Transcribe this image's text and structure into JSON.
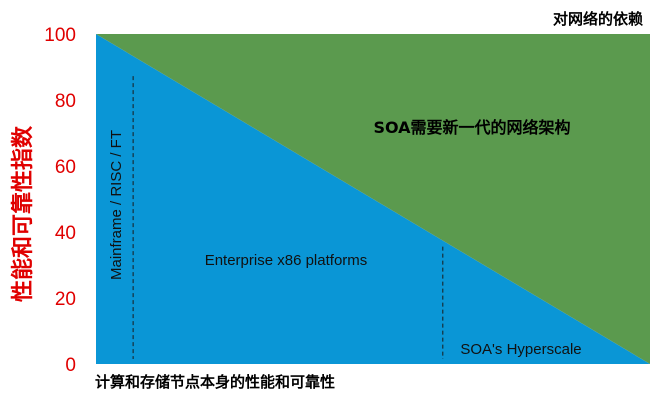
{
  "chart_data": {
    "type": "area",
    "x_range": [
      0,
      100
    ],
    "ylim": [
      0,
      100
    ],
    "y_ticks": [
      0,
      20,
      40,
      60,
      80,
      100
    ],
    "ylabel": "性能和可靠性指数",
    "xlabel": "计算和存储节点本身的性能和可靠性",
    "top_label": "对网络的依赖",
    "boundary_line": {
      "x": [
        0,
        100
      ],
      "y": [
        100,
        0
      ]
    },
    "regions": [
      {
        "name": "SOA需要新一代的网络架构",
        "color": "#5b9a4e",
        "position": "above-line"
      },
      {
        "name": "",
        "color": "#0a96d6",
        "position": "below-line"
      }
    ],
    "markers": [
      {
        "x": 6.7,
        "label": "Mainframe / RISC / FT"
      },
      {
        "x": 62.6,
        "label": "SOA's Hyperscale"
      }
    ],
    "annotations": [
      {
        "text": "Enterprise x86 platforms"
      }
    ],
    "grid": false,
    "legend": "none"
  }
}
